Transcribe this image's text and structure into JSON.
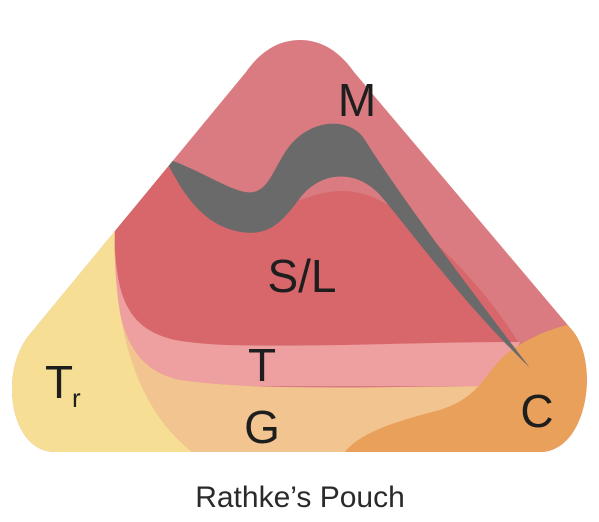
{
  "diagram": {
    "caption": "Rathke’s Pouch",
    "labels": {
      "m": "M",
      "sl": "S/L",
      "t": "T",
      "g": "G",
      "c": "C",
      "tr_main": "T",
      "tr_sub": "r"
    },
    "colors": {
      "outer_region": "#d97b80",
      "sl_region": "#d8676b",
      "t_band": "#ee9f9f",
      "g_region": "#f2c490",
      "tr_region": "#f6df95",
      "c_region": "#e9a05a",
      "wedge": "#6a6a6a"
    }
  }
}
